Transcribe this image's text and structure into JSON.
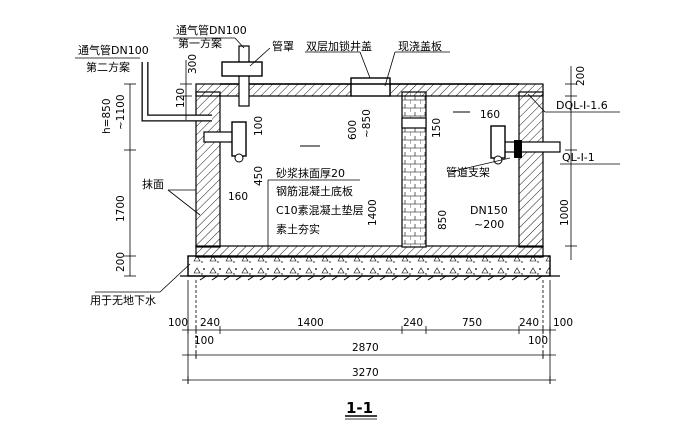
{
  "section_title": "1-1",
  "labels": {
    "vent_pipe_a": "通气管DN100",
    "scheme_1": "第一方案",
    "vent_pipe_b": "通气管DN100",
    "scheme_2": "第二方案",
    "pipe_cap": "管罩",
    "double_cover": "双层加锁井盖",
    "cast_cover": "现浇盖板",
    "dql": "DQL-I-1.6",
    "ql": "QL-I-1",
    "pipe_support": "管道支架",
    "plaster_side": "抹面",
    "mortar": "砂浆抹面厚20",
    "rc_slab": "钢筋混凝土底板",
    "c10": "C10素混凝土垫层",
    "soil": "素土夯实",
    "groundwater": "用于无地下水",
    "dn150": "DN150",
    "dn150_b": "~200"
  },
  "dims_vertical": {
    "d300": "300",
    "d120": "120",
    "h850": "h=850",
    "h1100": "~1100",
    "d1700": "1700",
    "d200": "200",
    "d450": "450",
    "d100": "100",
    "d600": "600",
    "d850": "~850",
    "d1400": "1400",
    "d150": "150",
    "d850b": "850",
    "d1000": "1000",
    "d200r": "200",
    "d160a": "160",
    "d160b": "160"
  },
  "dims_horizontal": {
    "row1": [
      "100",
      "240",
      "1400",
      "240",
      "750",
      "240",
      "100"
    ],
    "row2_left": "100",
    "row2_mid": "2870",
    "row2_right": "100",
    "row3": "3270"
  }
}
